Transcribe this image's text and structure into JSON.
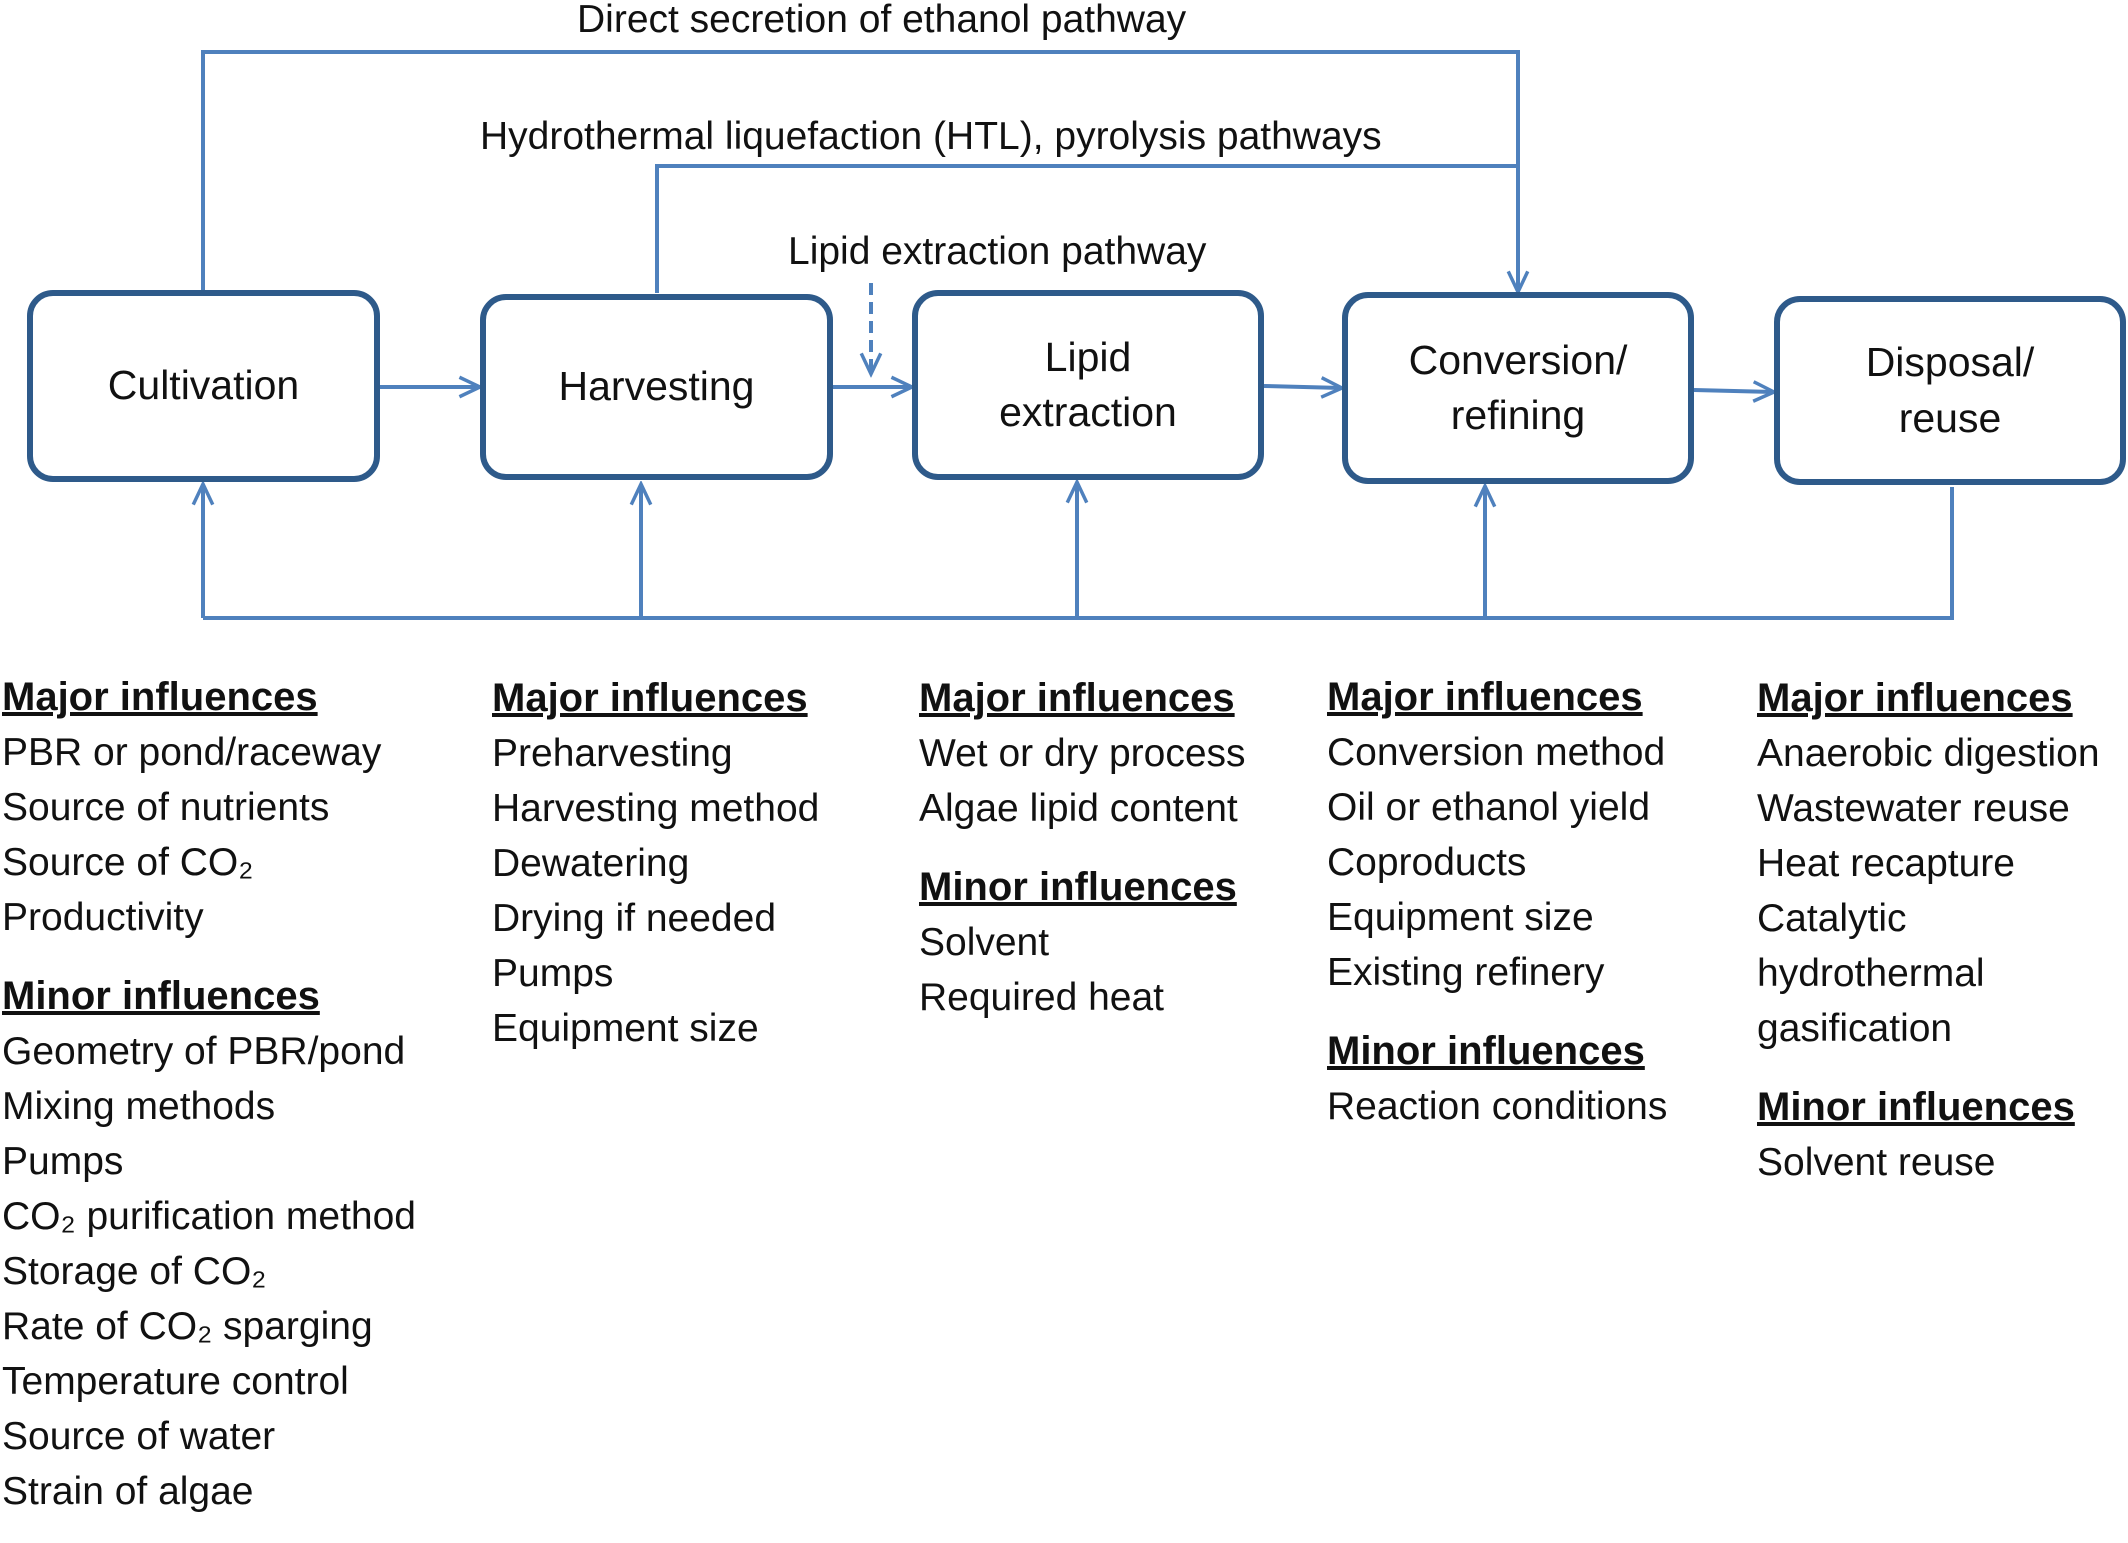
{
  "pathways": {
    "direct": "Direct secretion of ethanol pathway",
    "htl": "Hydrothermal liquefaction (HTL), pyrolysis pathways",
    "lipid": "Lipid extraction pathway"
  },
  "stages": [
    {
      "label": "Cultivation",
      "major_heading": "Major influences",
      "major": [
        "PBR or pond/raceway",
        "Source of nutrients",
        "Source of CO₂",
        "Productivity"
      ],
      "minor_heading": "Minor influences",
      "minor": [
        "Geometry of PBR/pond",
        "Mixing methods",
        "Pumps",
        "CO₂ purification method",
        "Storage of CO₂",
        "Rate of CO₂ sparging",
        "Temperature control",
        "Source of water",
        "Strain of algae"
      ]
    },
    {
      "label": "Harvesting",
      "major_heading": "Major influences",
      "major": [
        "Preharvesting",
        "Harvesting method",
        "Dewatering",
        "Drying if needed",
        "Pumps",
        "Equipment size"
      ]
    },
    {
      "label": "Lipid\nextraction",
      "major_heading": "Major influences",
      "major": [
        "Wet or dry process",
        "Algae lipid content"
      ],
      "minor_heading": "Minor influences",
      "minor": [
        "Solvent",
        "Required heat"
      ]
    },
    {
      "label": "Conversion/\nrefining",
      "major_heading": "Major influences",
      "major": [
        "Conversion method",
        "Oil or ethanol yield",
        "Coproducts",
        "Equipment size",
        "Existing refinery"
      ],
      "minor_heading": "Minor influences",
      "minor": [
        "Reaction conditions"
      ]
    },
    {
      "label": "Disposal/\nreuse",
      "major_heading": "Major influences",
      "major": [
        "Anaerobic digestion",
        "Wastewater reuse",
        "Heat recapture",
        "Catalytic",
        "hydrothermal",
        "gasification"
      ],
      "minor_heading": "Minor influences",
      "minor": [
        "Solvent reuse"
      ]
    }
  ],
  "colors": {
    "line": "#4f81bd",
    "box_border": "#2e5a8a"
  }
}
